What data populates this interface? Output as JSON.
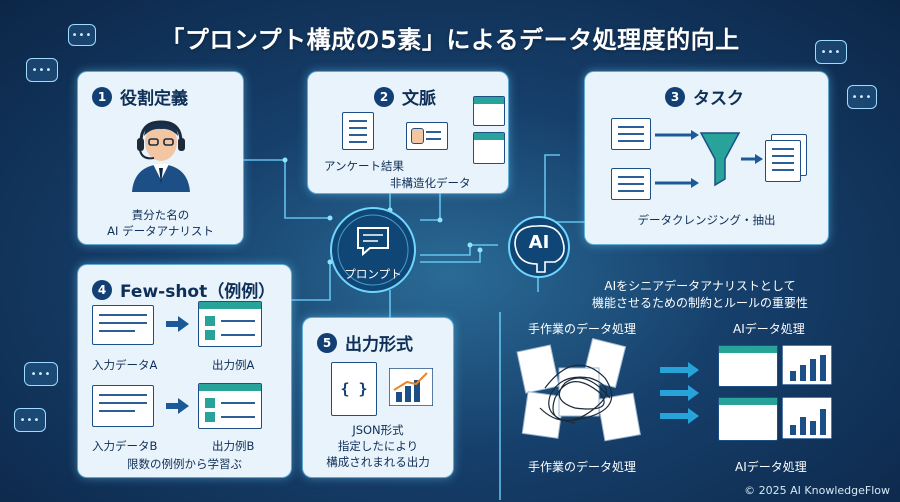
{
  "title": "「プロンプト構成の5素」によるデータ処理度的向上",
  "cards": {
    "role": {
      "num": "1",
      "title": "役割定義",
      "line1": "責分た名の",
      "line2": "AI データアナリスト"
    },
    "context": {
      "num": "2",
      "title": "文脈",
      "label1": "アンケート結果",
      "label2": "非構造化データ"
    },
    "task": {
      "num": "3",
      "title": "タスク",
      "label": "データクレンジング・抽出"
    },
    "fewshot": {
      "num": "4",
      "title": "Few-shot（例例）",
      "inA": "入力データA",
      "outA": "出力例A",
      "inB": "入力データB",
      "outB": "出力例B",
      "caption": "限数の例例から学習ぶ"
    },
    "output": {
      "num": "5",
      "title": "出力形式",
      "line1": "JSON形式",
      "line2": "指定したにより",
      "line3": "構成されまれる出力"
    }
  },
  "center": {
    "prompt": "プロンプト",
    "ai": "AI",
    "braces": "{ }"
  },
  "right_panel": {
    "heading1": "AIをシニアデータアナリストとして",
    "heading2": "機能させるための制約とルールの重要性",
    "manual_top": "手作業のデータ処理",
    "ai_top": "AIデータ処理",
    "manual_bottom": "手作業のデータ処理",
    "ai_bottom": "AIデータ処理"
  },
  "bubble_text": "•••",
  "footer": "© 2025 AI KnowledgeFlow",
  "colors": {
    "navy": "#123f74",
    "teal": "#27a39a",
    "glow": "#6fd6ff",
    "card": "#e9f3fb"
  }
}
